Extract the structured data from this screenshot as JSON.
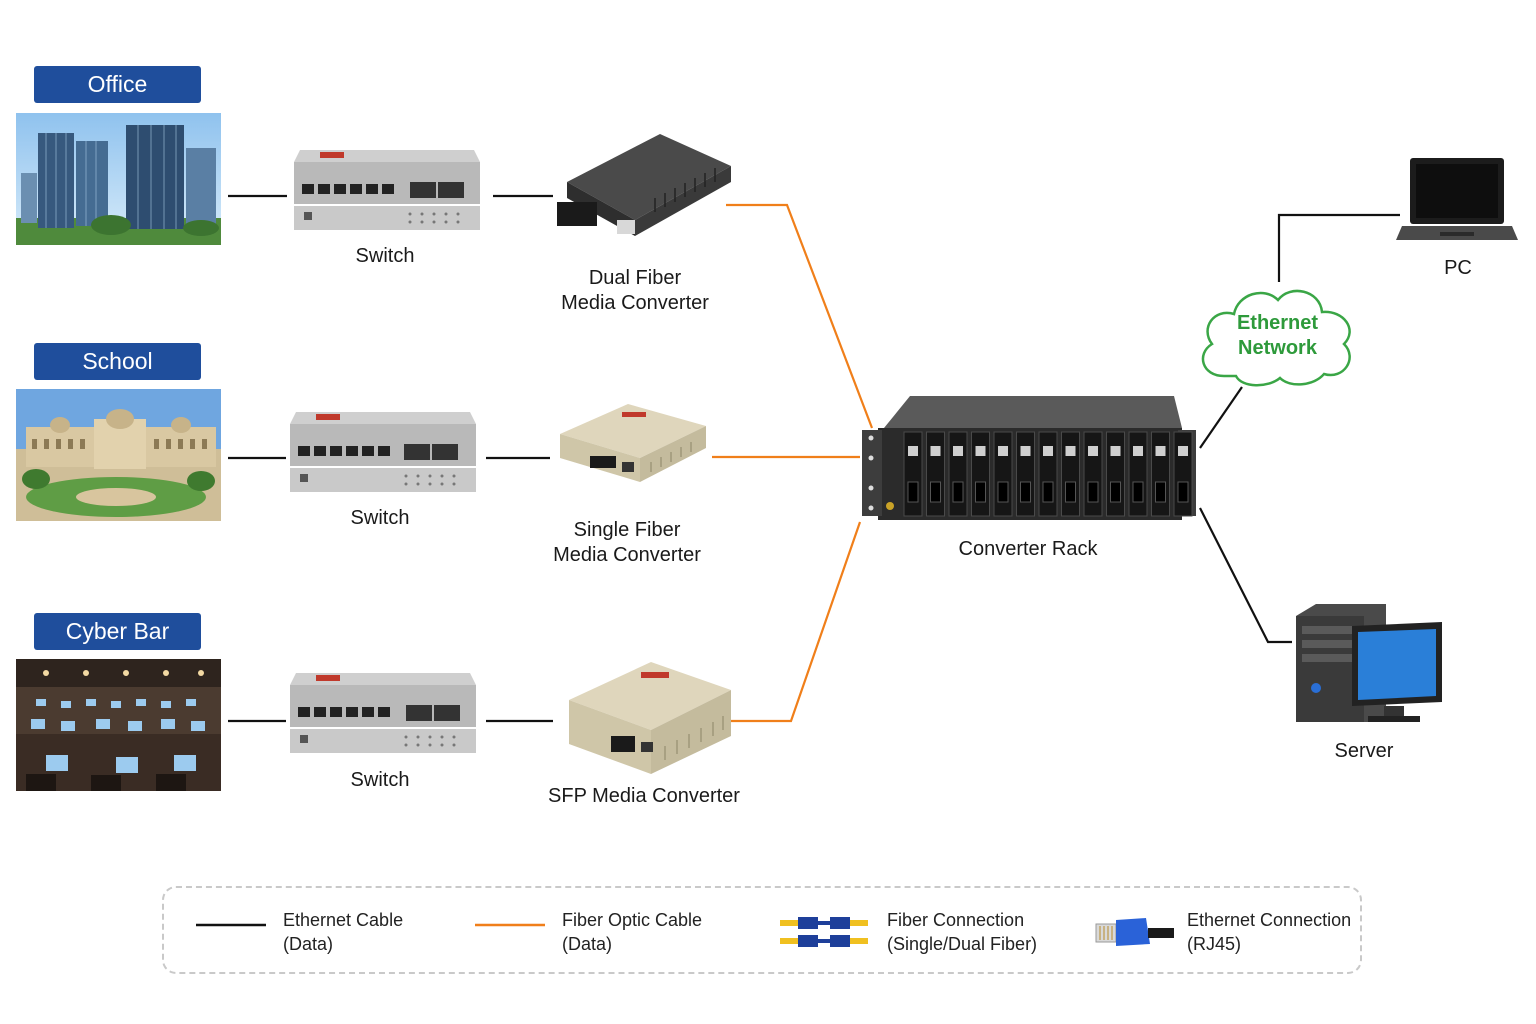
{
  "sites": [
    {
      "name": "Office"
    },
    {
      "name": "School"
    },
    {
      "name": "Cyber Bar"
    }
  ],
  "devices": {
    "switch_label": "Switch",
    "converters": [
      {
        "line1": "Dual Fiber",
        "line2": "Media Converter"
      },
      {
        "line1": "Single Fiber",
        "line2": "Media Converter"
      },
      {
        "line1": "SFP Media Converter",
        "line2": ""
      }
    ],
    "rack_label": "Converter Rack",
    "cloud": {
      "line1": "Ethernet",
      "line2": "Network"
    },
    "pc_label": "PC",
    "server_label": "Server"
  },
  "legend": [
    {
      "line1": "Ethernet Cable",
      "line2": "(Data)"
    },
    {
      "line1": "Fiber Optic Cable",
      "line2": "(Data)"
    },
    {
      "line1": "Fiber Connection",
      "line2": "(Single/Dual Fiber)"
    },
    {
      "line1": "Ethernet Connection",
      "line2": "(RJ45)"
    }
  ],
  "colors": {
    "ethernet": "#111111",
    "fiber": "#f07f1a",
    "badge": "#1f4e9c",
    "cloud": "#2e9a3b"
  }
}
